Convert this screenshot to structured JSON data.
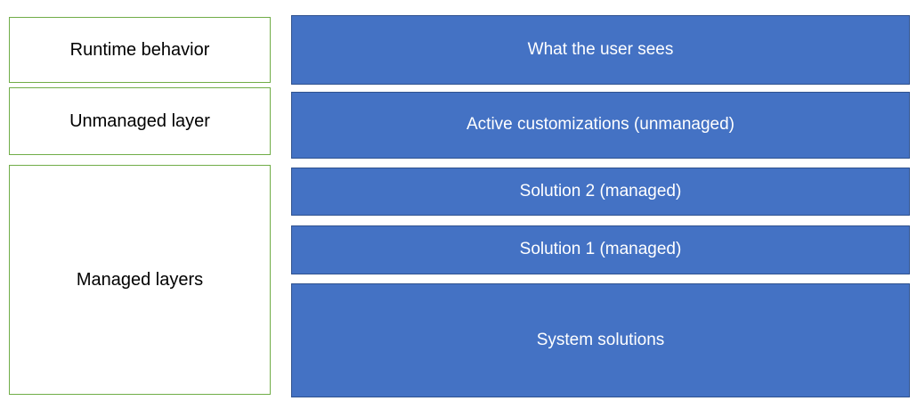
{
  "diagram": {
    "left_column": [
      {
        "label": "Runtime behavior"
      },
      {
        "label": "Unmanaged layer"
      },
      {
        "label": "Managed layers"
      }
    ],
    "right_column": [
      {
        "label": "What the user sees"
      },
      {
        "label": "Active customizations (unmanaged)"
      },
      {
        "label": "Solution 2 (managed)"
      },
      {
        "label": "Solution 1 (managed)"
      },
      {
        "label": "System solutions"
      }
    ]
  },
  "colors": {
    "green_border": "#70ad47",
    "white_fill": "#ffffff",
    "black_text": "#000000",
    "blue_fill": "#4472c4",
    "blue_border": "#2f528f",
    "white_text": "#ffffff",
    "canvas_bg": "#ffffff"
  }
}
